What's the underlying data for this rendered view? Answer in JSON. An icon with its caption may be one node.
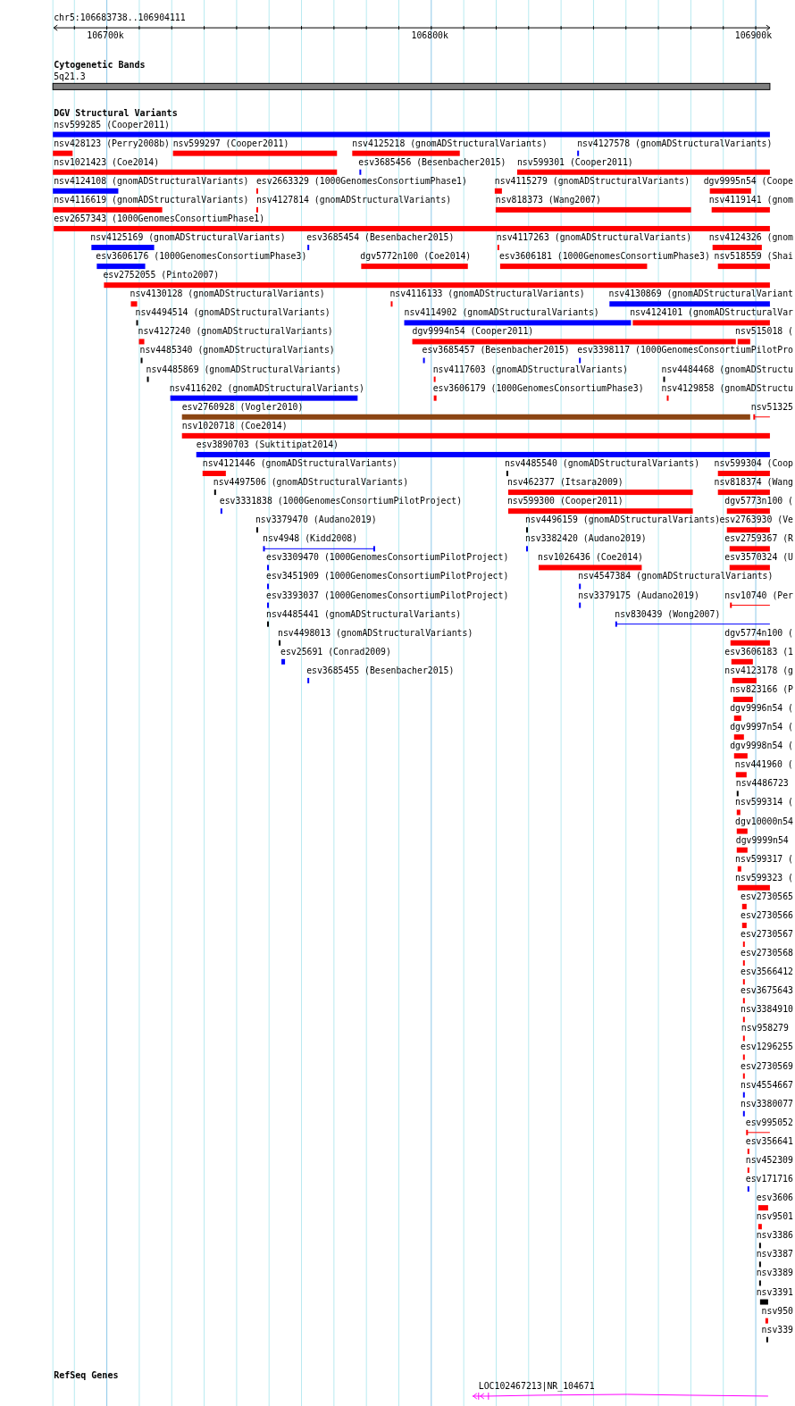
{
  "diagram": {
    "labels": [
      "chr5:106683738..106904111",
      "106700k",
      "106800k",
      "106900k",
      "Cytogenetic Bands",
      "5q21.3",
      "DGV Structural Variants",
      "nsv599285 (Cooper2011)",
      "nsv428123 (Perry2008b)",
      "nsv599297 (Cooper2011)",
      "nsv4125218 (gnomADStructuralVariants)",
      "nsv4127578 (gnomADStructuralVariants)",
      "nsv1021423 (Coe2014)",
      "esv3685456 (Besenbacher2015)",
      "nsv599301 (Cooper2011)",
      "nsv4124108 (gnomADStructuralVariants)",
      "esv2663329 (1000GenomesConsortiumPhase1)",
      "nsv4115279 (gnomADStructuralVariants)",
      "dgv9995n54 (Coope",
      "nsv4116619 (gnomADStructuralVariants)",
      "nsv4127814 (gnomADStructuralVariants)",
      "nsv818373 (Wang2007)",
      "nsv4119141 (gnom",
      "esv2657343 (1000GenomesConsortiumPhase1)",
      "nsv4125169 (gnomADStructuralVariants)",
      "esv3685454 (Besenbacher2015)",
      "nsv4117263 (gnomADStructuralVariants)",
      "nsv4124326 (gnom",
      "esv3606176 (1000GenomesConsortiumPhase3)",
      "dgv5772n100 (Coe2014)",
      "esv3606181 (1000GenomesConsortiumPhase3)",
      "nsv518559 (Shai",
      "esv2752055 (Pinto2007)",
      "nsv4130128 (gnomADStructuralVariants)",
      "nsv4116133 (gnomADStructuralVariants)",
      "nsv4130869 (gnomADStructuralVariant",
      "nsv4494514 (gnomADStructuralVariants)",
      "nsv4114902 (gnomADStructuralVariants)",
      "nsv4124101 (gnomADStructuralVar",
      "nsv4127240 (gnomADStructuralVariants)",
      "dgv9994n54 (Cooper2011)",
      "nsv515018 (",
      "nsv4485340 (gnomADStructuralVariants)",
      "esv3685457 (Besenbacher2015)",
      "esv3398117 (1000GenomesConsortiumPilotPro",
      "nsv4485869 (gnomADStructuralVariants)",
      "nsv4117603 (gnomADStructuralVariants)",
      "nsv4484468 (gnomADStructu",
      "nsv4116202 (gnomADStructuralVariants)",
      "esv3606179 (1000GenomesConsortiumPhase3)",
      "nsv4129858 (gnomADStructu",
      "esv2760928 (Vogler2010)",
      "nsv51325",
      "nsv1020718 (Coe2014)",
      "esv3890703 (Suktitipat2014)",
      "nsv4121446 (gnomADStructuralVariants)",
      "nsv4485540 (gnomADStructuralVariants)",
      "nsv599304 (Coop",
      "nsv4497506 (gnomADStructuralVariants)",
      "nsv462377 (Itsara2009)",
      "nsv818374 (Wang",
      "esv3331838 (1000GenomesConsortiumPilotProject)",
      "nsv599300 (Cooper2011)",
      "dgv5773n100 (",
      "nsv3379470 (Audano2019)",
      "nsv4496159 (gnomADStructuralVariants)",
      "esv2763930 (Ve",
      "nsv4948 (Kidd2008)",
      "nsv3382420 (Audano2019)",
      "esv2759367 (R",
      "esv3309470 (1000GenomesConsortiumPilotProject)",
      "nsv1026436 (Coe2014)",
      "esv3570324 (U",
      "esv3451909 (1000GenomesConsortiumPilotProject)",
      "nsv4547384 (gnomADStructuralVariants)",
      "esv3393037 (1000GenomesConsortiumPilotProject)",
      "nsv3379175 (Audano2019)",
      "nsv10740 (Per",
      "nsv4485441 (gnomADStructuralVariants)",
      "nsv830439 (Wong2007)",
      "nsv4498013 (gnomADStructuralVariants)",
      "dgv5774n100 (",
      "esv25691 (Conrad2009)",
      "esv3606183 (1",
      "esv3685455 (Besenbacher2015)",
      "nsv4123178 (g",
      "nsv823166 (P",
      "dgv9996n54 (",
      "dgv9997n54 (",
      "dgv9998n54 (",
      "nsv441960 (",
      "nsv4486723",
      "nsv599314 (",
      "dgv10000n54",
      "dgv9999n54",
      "nsv599317 (",
      "nsv599323 (",
      "esv2730565",
      "esv2730566",
      "esv2730567",
      "esv2730568",
      "esv3566412",
      "esv3675643",
      "nsv3384910",
      "nsv958279",
      "esv1296255",
      "esv2730569",
      "nsv4554667",
      "nsv3380077",
      "esv995052",
      "esv356641",
      "nsv452309",
      "esv171716",
      "esv3606",
      "nsv9501",
      "nsv3386",
      "nsv3387",
      "nsv3389",
      "nsv3391",
      "nsv950",
      "nsv339",
      "RefSeq Genes",
      "LOC102467213|NR_104671"
    ]
  }
}
